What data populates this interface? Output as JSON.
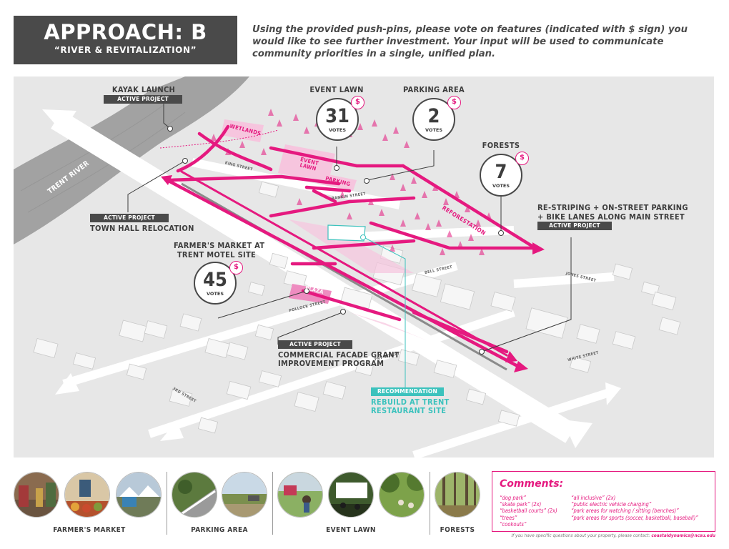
{
  "header": {
    "title": "APPROACH: B",
    "subtitle": "“RIVER & REVITALIZATION”",
    "instructions": "Using the provided push-pins, please vote on features (indicated with $ sign) you would like to see further investment. Your input will be used to communicate community priorities in a single, unified plan."
  },
  "map": {
    "river_label": "TRENT RIVER",
    "area_labels": {
      "wetlands": "WETLANDS",
      "event_lawn": "EVENT LAWN",
      "parking": "PARKING",
      "reforestation": "REFORESTATION",
      "plaza": "PLAZA"
    },
    "street_labels": {
      "king": "KING STREET",
      "rankin": "RANKIN STREET",
      "pollock": "POLLOCK STREET",
      "bell": "BELL STREET",
      "jones": "JONES STREET",
      "white": "WHITE STREET",
      "fry": "FRY STREET",
      "third": "3RD STREET"
    },
    "callouts": {
      "kayak": {
        "name": "KAYAK LAUNCH",
        "tag": "ACTIVE PROJECT"
      },
      "townhall": {
        "name": "TOWN HALL RELOCATION",
        "tag": "ACTIVE PROJECT"
      },
      "restriping": {
        "name_line1": "RE-STRIPING + ON-STREET PARKING",
        "name_line2": "+ BIKE LANES ALONG MAIN STREET",
        "tag": "ACTIVE PROJECT"
      },
      "facade": {
        "name_line1": "COMMERCIAL FACADE GRANT",
        "name_line2": "IMPROVEMENT PROGRAM",
        "tag": "ACTIVE PROJECT"
      },
      "rebuild": {
        "name_line1": "REBUILD AT TRENT",
        "name_line2": "RESTAURANT SITE",
        "tag": "RECOMMENDATION"
      }
    },
    "votes": {
      "event_lawn": {
        "label": "EVENT LAWN",
        "count": "31",
        "unit": "VOTES",
        "symbol": "$"
      },
      "parking_area": {
        "label": "PARKING AREA",
        "count": "2",
        "unit": "VOTES",
        "symbol": "$"
      },
      "forests": {
        "label": "FORESTS",
        "count": "7",
        "unit": "VOTES",
        "symbol": "$"
      },
      "farmers_market": {
        "label_line1": "FARMER'S MARKET AT",
        "label_line2": "TRENT MOTEL SITE",
        "count": "45",
        "unit": "VOTES",
        "symbol": "$"
      }
    }
  },
  "photo_categories": [
    "FARMER'S MARKET",
    "PARKING AREA",
    "EVENT LAWN",
    "FORESTS"
  ],
  "comments": {
    "title": "Comments:",
    "left": [
      "“dog park”",
      "“skate park” (2x)",
      "“basketball courts” (2x)",
      "“trees”",
      "“cookouts”"
    ],
    "right": [
      "“all inclusive” (2x)",
      "“public electric vehicle charging”",
      "“park areas for watching / sitting (benches)”",
      "“park areas for sports (soccer, basketball, baseball)”"
    ]
  },
  "footnote": {
    "text": "If you have specific questions about your property, please contact: ",
    "email": "coastaldynamics@ncsu.edu"
  },
  "colors": {
    "accent": "#e5197f",
    "dark": "#4a4a4a",
    "teal": "#3cc2bd",
    "map_bg": "#e7e7e7"
  }
}
